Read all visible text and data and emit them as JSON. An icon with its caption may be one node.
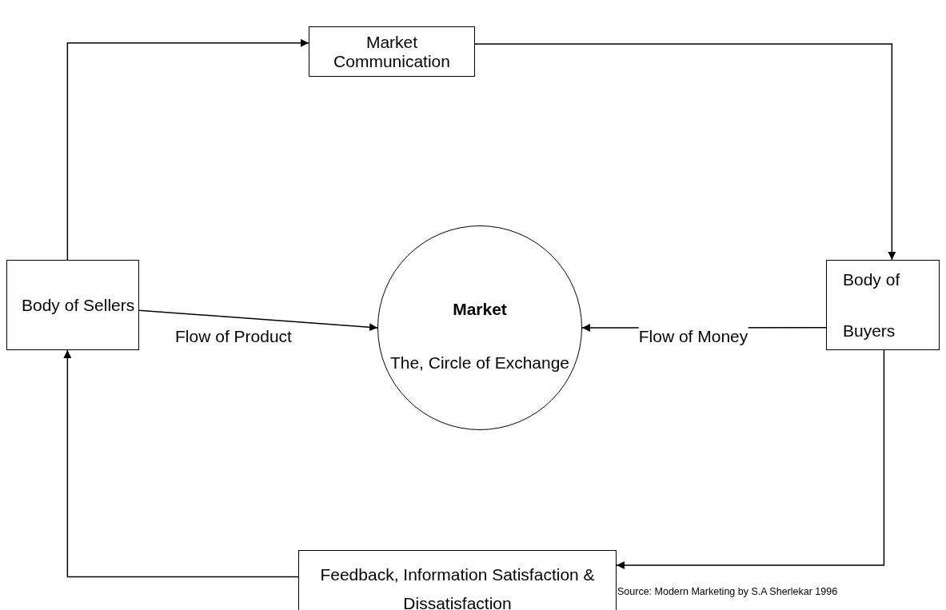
{
  "diagram": {
    "nodes": [
      {
        "text": [
          "Market Communication"
        ]
      },
      {
        "text": [
          "Body of Sellers"
        ]
      },
      {
        "text": [
          "Market",
          "The, Circle of Exchange"
        ]
      },
      {
        "text": [
          "Body of Buyers"
        ]
      },
      {
        "text": [
          "Feedback, Information Satisfaction & Dissatisfaction"
        ]
      }
    ],
    "edges": [
      {
        "from": 1,
        "to": 0,
        "arrow": "to"
      },
      {
        "from": 0,
        "to": 3,
        "arrow": "to"
      },
      {
        "from": 1,
        "to": 2,
        "arrow": "to",
        "label": "Flow of Product"
      },
      {
        "from": 3,
        "to": 2,
        "arrow": "to",
        "label": "Flow of Money"
      },
      {
        "from": 3,
        "to": 4,
        "arrow": "to"
      },
      {
        "from": 4,
        "to": 1,
        "arrow": "to"
      }
    ],
    "labels": [
      "Source: Modern Marketing by S.A Sherlekar 1996"
    ]
  }
}
